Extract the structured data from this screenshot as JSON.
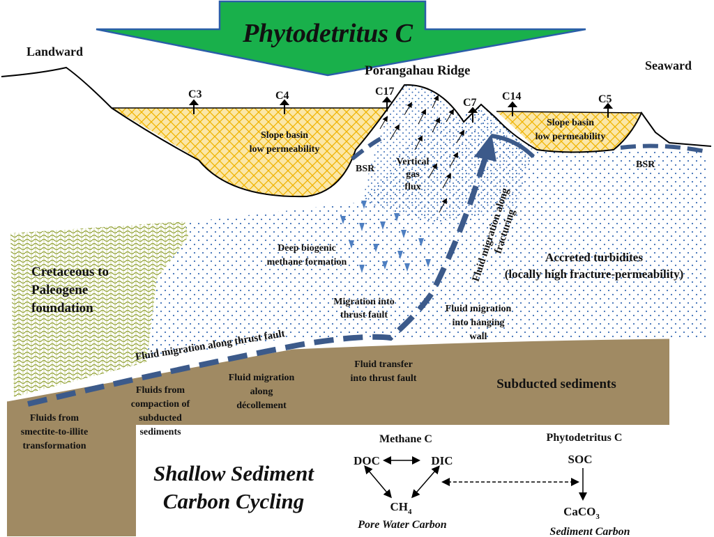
{
  "header": {
    "arrow_title": "Phytodetritus C"
  },
  "orientation": {
    "landward": "Landward",
    "seaward": "Seaward"
  },
  "ridge_label": "Porangahau Ridge",
  "sites": [
    "C3",
    "C4",
    "C17",
    "C7",
    "C14",
    "C5"
  ],
  "slope_basin": {
    "line1": "Slope basin",
    "line2": "low permeability"
  },
  "bsr": "BSR",
  "vertical_flux": [
    "Vertical",
    "gas",
    "flux"
  ],
  "fracturing": {
    "line1": "Fluid migration along",
    "line2": "fracturing"
  },
  "deep_methane": [
    "Deep biogenic",
    "methane formation"
  ],
  "accreted": [
    "Accreted turbidites",
    "(locally high fracture-permeability)"
  ],
  "foundation": [
    "Cretaceous to",
    "Paleogene",
    "foundation"
  ],
  "migration_thrust": [
    "Migration into",
    "thrust fault"
  ],
  "hanging_wall": [
    "Fluid migration",
    "into hanging",
    "wall"
  ],
  "along_thrust": "Fluid migration along  thrust fault",
  "subducted": "Subducted sediments",
  "transfer": [
    "Fluid transfer",
    "into thrust fault"
  ],
  "decollement": [
    "Fluid migration",
    "along",
    "décollement"
  ],
  "compaction": [
    "Fluids from",
    "compaction of",
    "subducted",
    "sediments"
  ],
  "smectite": [
    "Fluids from",
    "smectite-to-illite",
    "transformation"
  ],
  "shallow_title": [
    "Shallow Sediment",
    "Carbon Cycling"
  ],
  "carbon": {
    "methane_c": "Methane C",
    "phyto_c": "Phytodetritus C",
    "doc": "DOC",
    "dic": "DIC",
    "ch4": "CH",
    "ch4_sub": "4",
    "soc": "SOC",
    "caco3": "CaCO",
    "caco3_sub": "3",
    "pore_water": "Pore Water Carbon",
    "sediment_carbon": "Sediment Carbon"
  },
  "colors": {
    "arrow_fill": "#19b04b",
    "slope_basin": "#f5c518",
    "subducted": "#a08a63",
    "dashed_path": "#3c5a8a",
    "dots": "#3b6db5",
    "foundation": "#8a9a2a"
  }
}
